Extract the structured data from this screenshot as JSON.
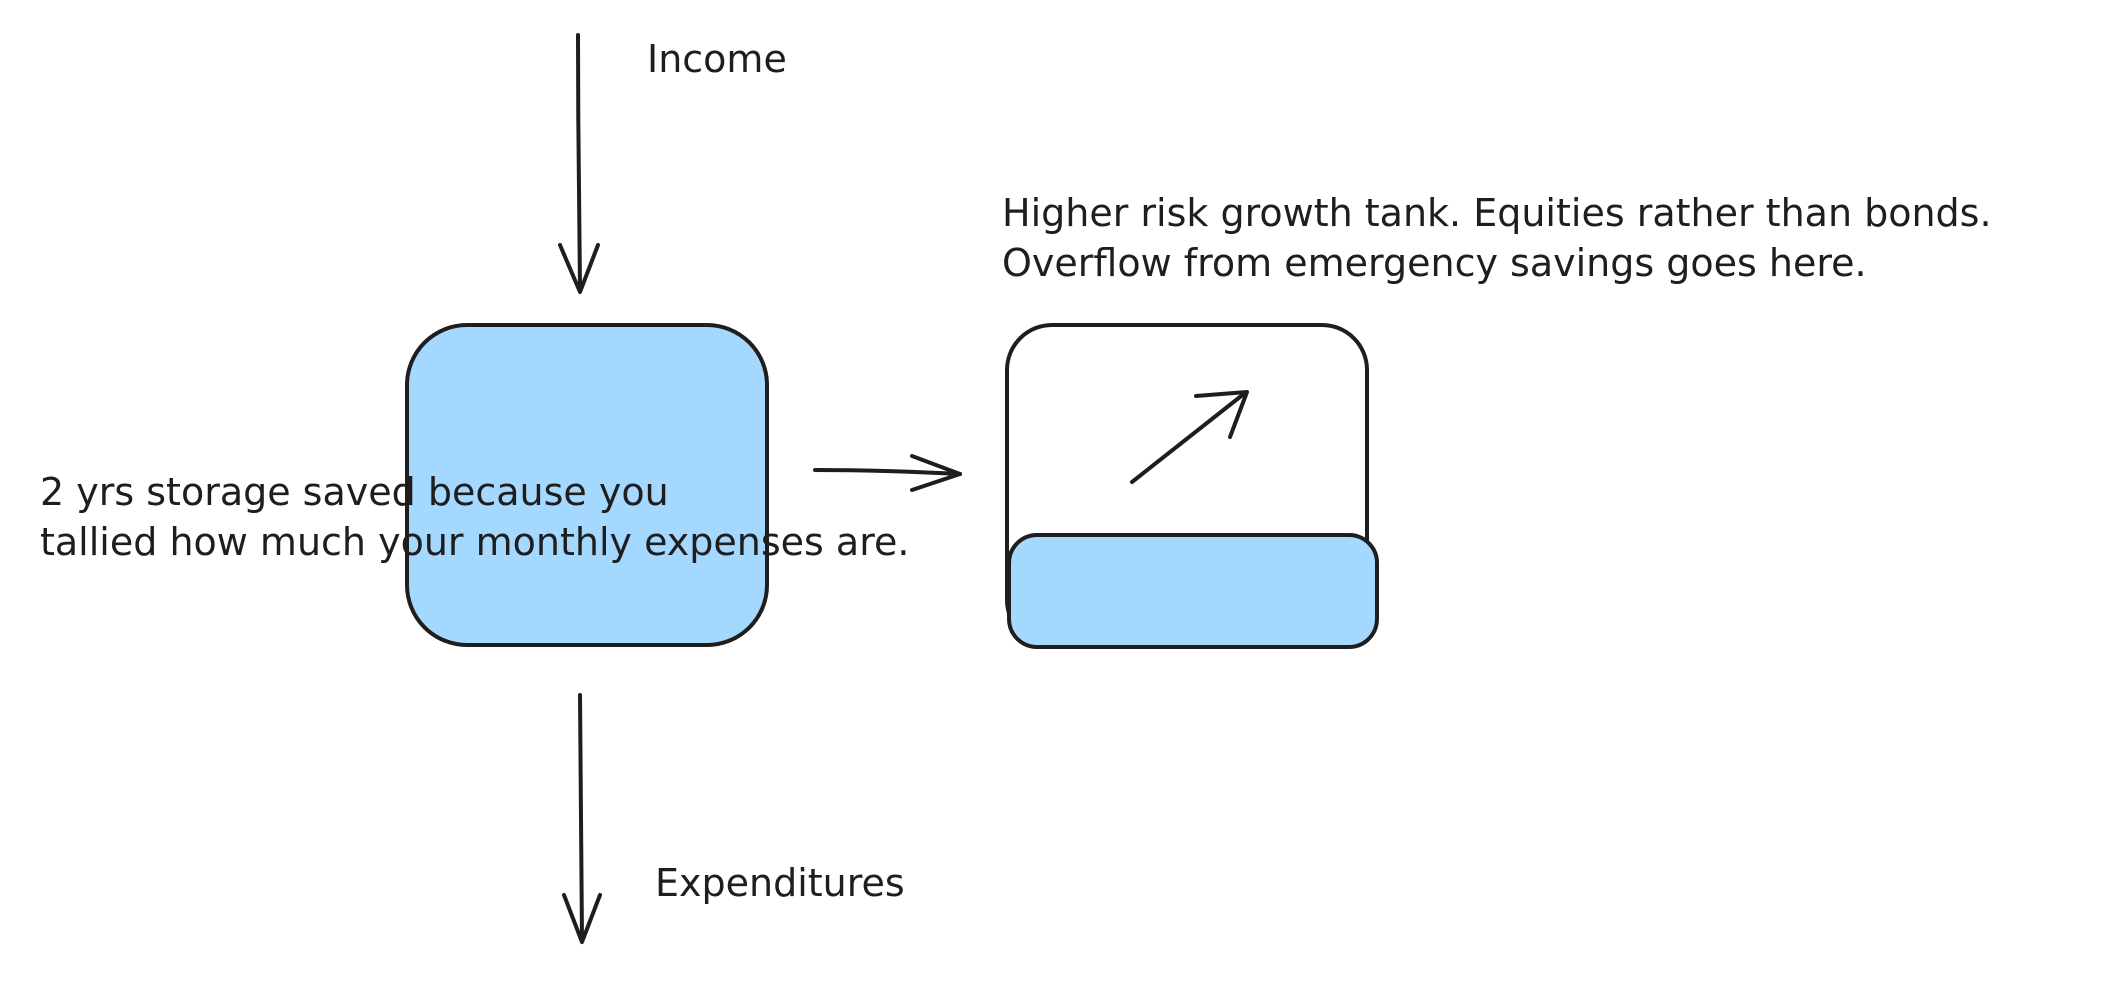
{
  "labels": {
    "income": "Income",
    "expenditures": "Expenditures",
    "growth_line1": "Higher risk growth tank. Equities rather than bonds.",
    "growth_line2": "Overflow from emergency savings goes here.",
    "savings_line1": "2 yrs storage saved because you",
    "savings_line2": "tallied how much your monthly expenses are."
  },
  "colors": {
    "stroke": "#1e1e1e",
    "tank_fill": "#a5d8ff",
    "background": "#ffffff"
  },
  "tanks": {
    "emergency_savings": {
      "fill_level": 1.0
    },
    "growth": {
      "fill_level": 0.35
    }
  }
}
